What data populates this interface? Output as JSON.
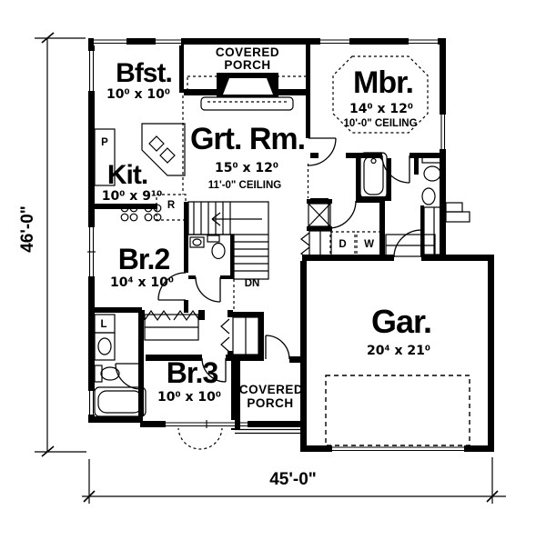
{
  "plan": {
    "dim_left": "46'-0\"",
    "dim_bottom": "45'-0\"",
    "porch_top": {
      "line1": "COVERED",
      "line2": "PORCH"
    },
    "porch_bottom": {
      "line1": "COVERED",
      "line2": "PORCH"
    },
    "rooms": {
      "bfst": {
        "name": "Bfst.",
        "size": "10⁰ x 10⁰"
      },
      "kit": {
        "name": "Kit.",
        "size": "10⁰ x 9¹⁰"
      },
      "grt": {
        "name": "Grt. Rm.",
        "size": "15⁰ x 12⁰",
        "ceiling": "11'-0\" CEILING"
      },
      "mbr": {
        "name": "Mbr.",
        "size": "14⁰ x 12⁰",
        "ceiling": "10'-0\" CEILING"
      },
      "br2": {
        "name": "Br.2",
        "size": "10⁴ x 10⁰"
      },
      "br3": {
        "name": "Br.3",
        "size": "10⁰ x 10⁰"
      },
      "gar": {
        "name": "Gar.",
        "size": "20⁴ x 21⁰"
      }
    },
    "fixtures": {
      "pantry": "P",
      "fridge": "R",
      "dryer": "D",
      "washer": "W",
      "linen": "L",
      "stairs_down": "DN"
    }
  }
}
